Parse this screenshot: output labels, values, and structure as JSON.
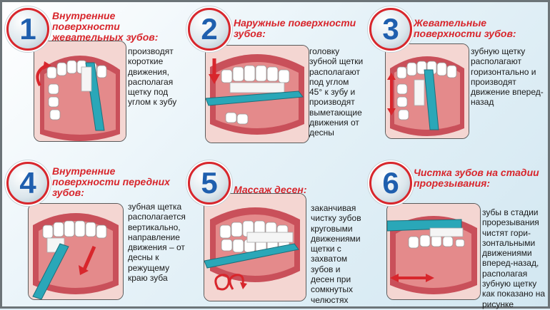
{
  "panels": [
    {
      "number": "1",
      "title": "Внутренние поверхности жевательных зубов:",
      "description": "производят короткие движения, располагая щетку под углом к зубу"
    },
    {
      "number": "2",
      "title": "Наружные поверхности зубов:",
      "description": "головку зубной щетки располагают под углом 45° к зубу и производят выметающие движения от десны"
    },
    {
      "number": "3",
      "title": "Жевательные поверхности зубов:",
      "description": "зубную щетку располагают горизонтально и производят движение вперед-назад"
    },
    {
      "number": "4",
      "title": "Внутренние поверхности передних зубов:",
      "description": "зубная щетка располагается вертикально, направление движения – от десны к режущему краю зуба"
    },
    {
      "number": "5",
      "title": "Массаж десен:",
      "description": "заканчивая чистку зубов круговыми движениями щетки с захватом зубов и десен при сомкнутых челюстях"
    },
    {
      "number": "6",
      "title": "Чистка зубов на стадии прорезывания:",
      "description": "зубы в стадии прорезывания чистят гори- зонтальными движениями вперед-назад, располагая зубную щетку как показано на рисунке"
    }
  ],
  "colors": {
    "title": "#d8262c",
    "number": "#1f5fae",
    "brush": "#2aa7b8",
    "gum": "#e6898a",
    "arrow": "#d8262c"
  }
}
